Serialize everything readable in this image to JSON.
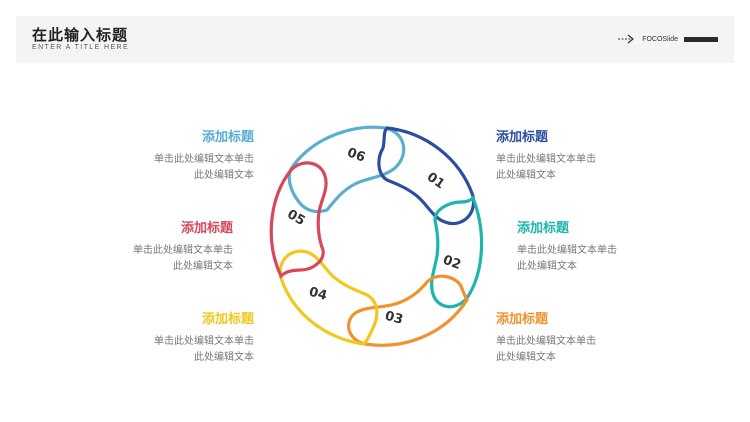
{
  "header": {
    "title": "在此输入标题",
    "subtitle": "ENTER A TITLE HERE",
    "brand": "FOCOSlide"
  },
  "items": [
    {
      "num": "01",
      "title": "添加标题",
      "text1": "单击此处编辑文本单击",
      "text2": "此处编辑文本",
      "color": "#2b4ea0"
    },
    {
      "num": "02",
      "title": "添加标题",
      "text1": "单击此处编辑文本单击",
      "text2": "此处编辑文本",
      "color": "#1fb5ad"
    },
    {
      "num": "03",
      "title": "添加标题",
      "text1": "单击此处编辑文本单击",
      "text2": "此处编辑文本",
      "color": "#f0922e"
    },
    {
      "num": "04",
      "title": "添加标题",
      "text1": "单击此处编辑文本单击",
      "text2": "此处编辑文本",
      "color": "#f2c81e"
    },
    {
      "num": "05",
      "title": "添加标题",
      "text1": "单击此处编辑文本单击",
      "text2": "此处编辑文本",
      "color": "#d8485b"
    },
    {
      "num": "06",
      "title": "添加标题",
      "text1": "单击此处编辑文本单击",
      "text2": "此处编辑文本",
      "color": "#5aaed0"
    }
  ]
}
